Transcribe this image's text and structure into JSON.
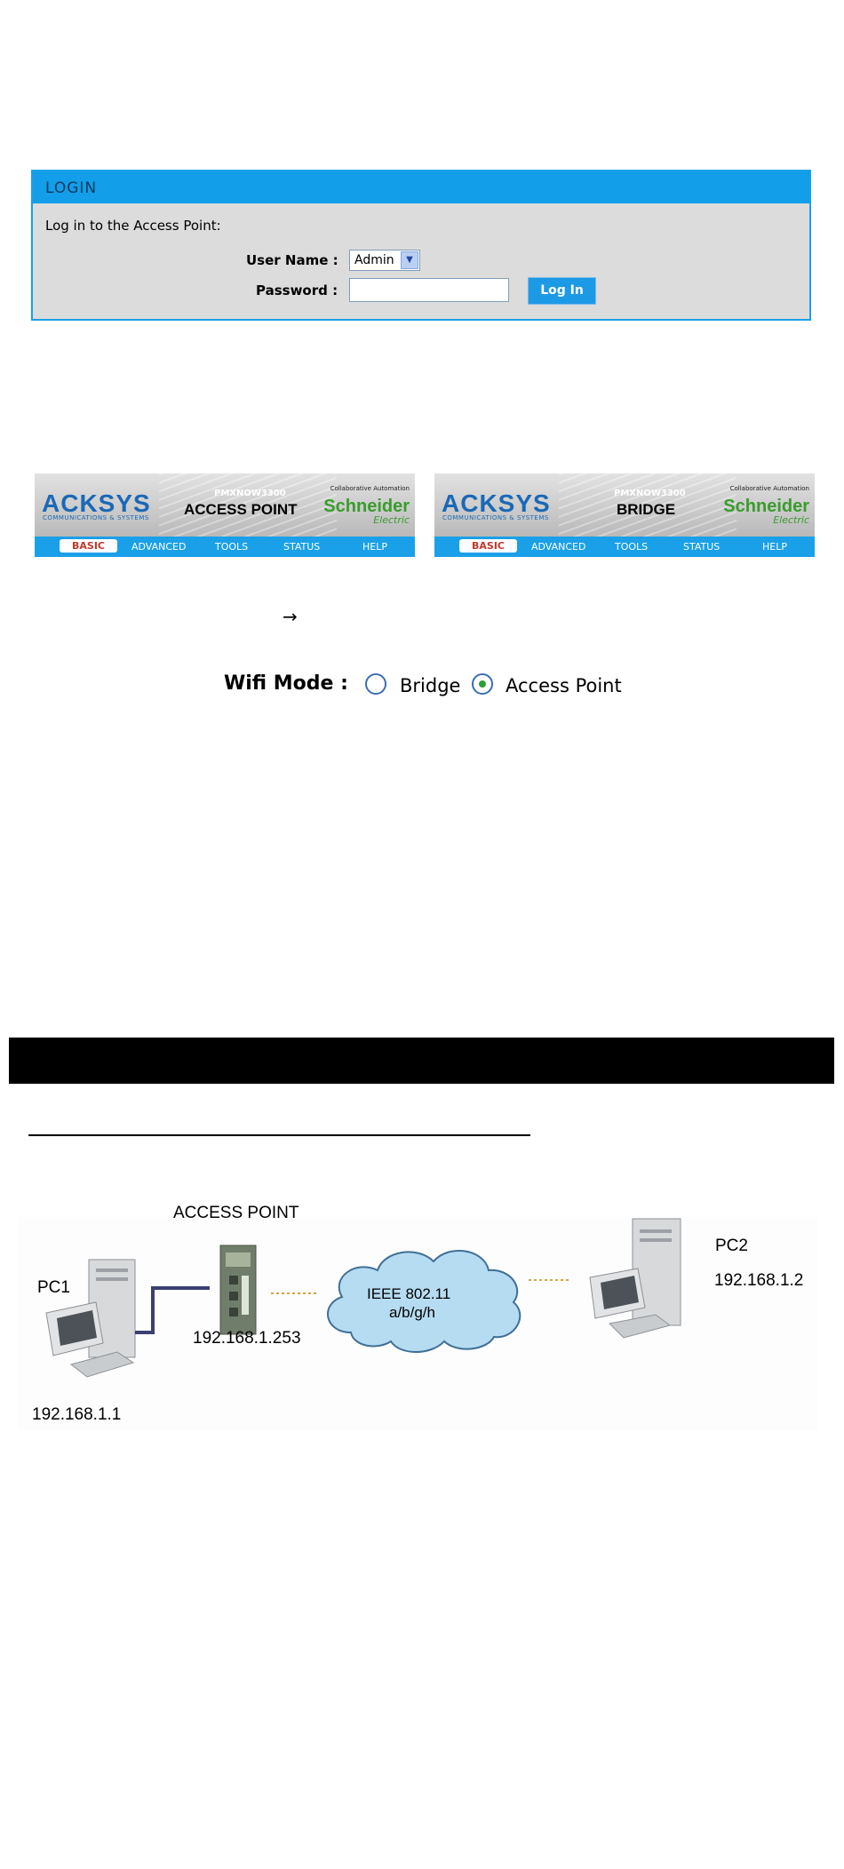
{
  "login": {
    "title": "LOGIN",
    "intro": "Log in to the Access Point:",
    "username_label": "User Name :",
    "username_value": "Admin",
    "password_label": "Password :",
    "button": "Log In"
  },
  "banners": [
    {
      "brand": "ACKSYS",
      "brand_sub": "COMMUNICATIONS & SYSTEMS",
      "model": "PMXNOW3300",
      "product": "ACCESS POINT",
      "collab": "Collaborative Automation",
      "partner": "Schneider",
      "partner_sub": "Electric",
      "menu": [
        "BASIC",
        "ADVANCED",
        "TOOLS",
        "STATUS",
        "HELP"
      ]
    },
    {
      "brand": "ACKSYS",
      "brand_sub": "COMMUNICATIONS & SYSTEMS",
      "model": "PMXNOW3300",
      "product": "BRIDGE",
      "collab": "Collaborative Automation",
      "partner": "Schneider",
      "partner_sub": "Electric",
      "menu": [
        "BASIC",
        "ADVANCED",
        "TOOLS",
        "STATUS",
        "HELP"
      ]
    }
  ],
  "arrow": "→",
  "wifi_mode": {
    "label": "Wifi Mode :",
    "options": [
      "Bridge",
      "Access Point"
    ],
    "selected": "Access Point"
  },
  "diagram": {
    "access_point_label": "ACCESS POINT",
    "pc1_label": "PC1",
    "pc1_ip": "192.168.1.1",
    "ap_ip": "192.168.1.253",
    "cloud_line1": "IEEE 802.11",
    "cloud_line2": "a/b/g/h",
    "pc2_label": "PC2",
    "pc2_ip": "192.168.1.2"
  }
}
